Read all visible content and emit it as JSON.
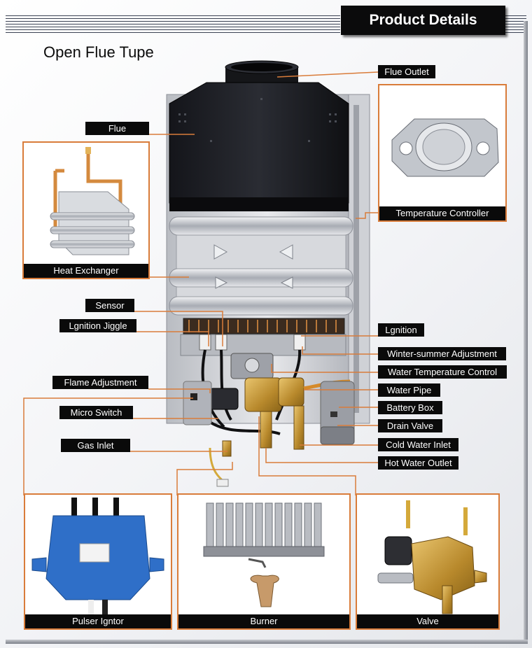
{
  "header": {
    "title": "Product Details"
  },
  "page_title": "Open Flue Tupe",
  "labels": {
    "flue_outlet": "Flue Outlet",
    "flue": "Flue",
    "sensor": "Sensor",
    "ignition_jiggle": "Lgnition Jiggle",
    "ignition": "Lgnition",
    "winter_summer": "Winter-summer Adjustment",
    "water_temp_control": "Water Temperature Control",
    "flame_adjustment": "Flame Adjustment",
    "water_pipe": "Water Pipe",
    "battery_box": "Battery Box",
    "micro_switch": "Micro Switch",
    "drain_valve": "Drain Valve",
    "gas_inlet": "Gas Inlet",
    "cold_water_inlet": "Cold Water Inlet",
    "hot_water_outlet": "Hot Water Outlet"
  },
  "insets": {
    "temperature_controller": "Temperature Controller",
    "heat_exchanger": "Heat Exchanger",
    "pulser_ignitor": "Pulser Igntor",
    "burner": "Burner",
    "valve": "Valve"
  },
  "colors": {
    "accent": "#d97c3a",
    "label_bg": "#0a0a0a",
    "unit_body": "#1b1c21",
    "exchanger": "#c9ccd2",
    "brass": "#c79a3a"
  }
}
